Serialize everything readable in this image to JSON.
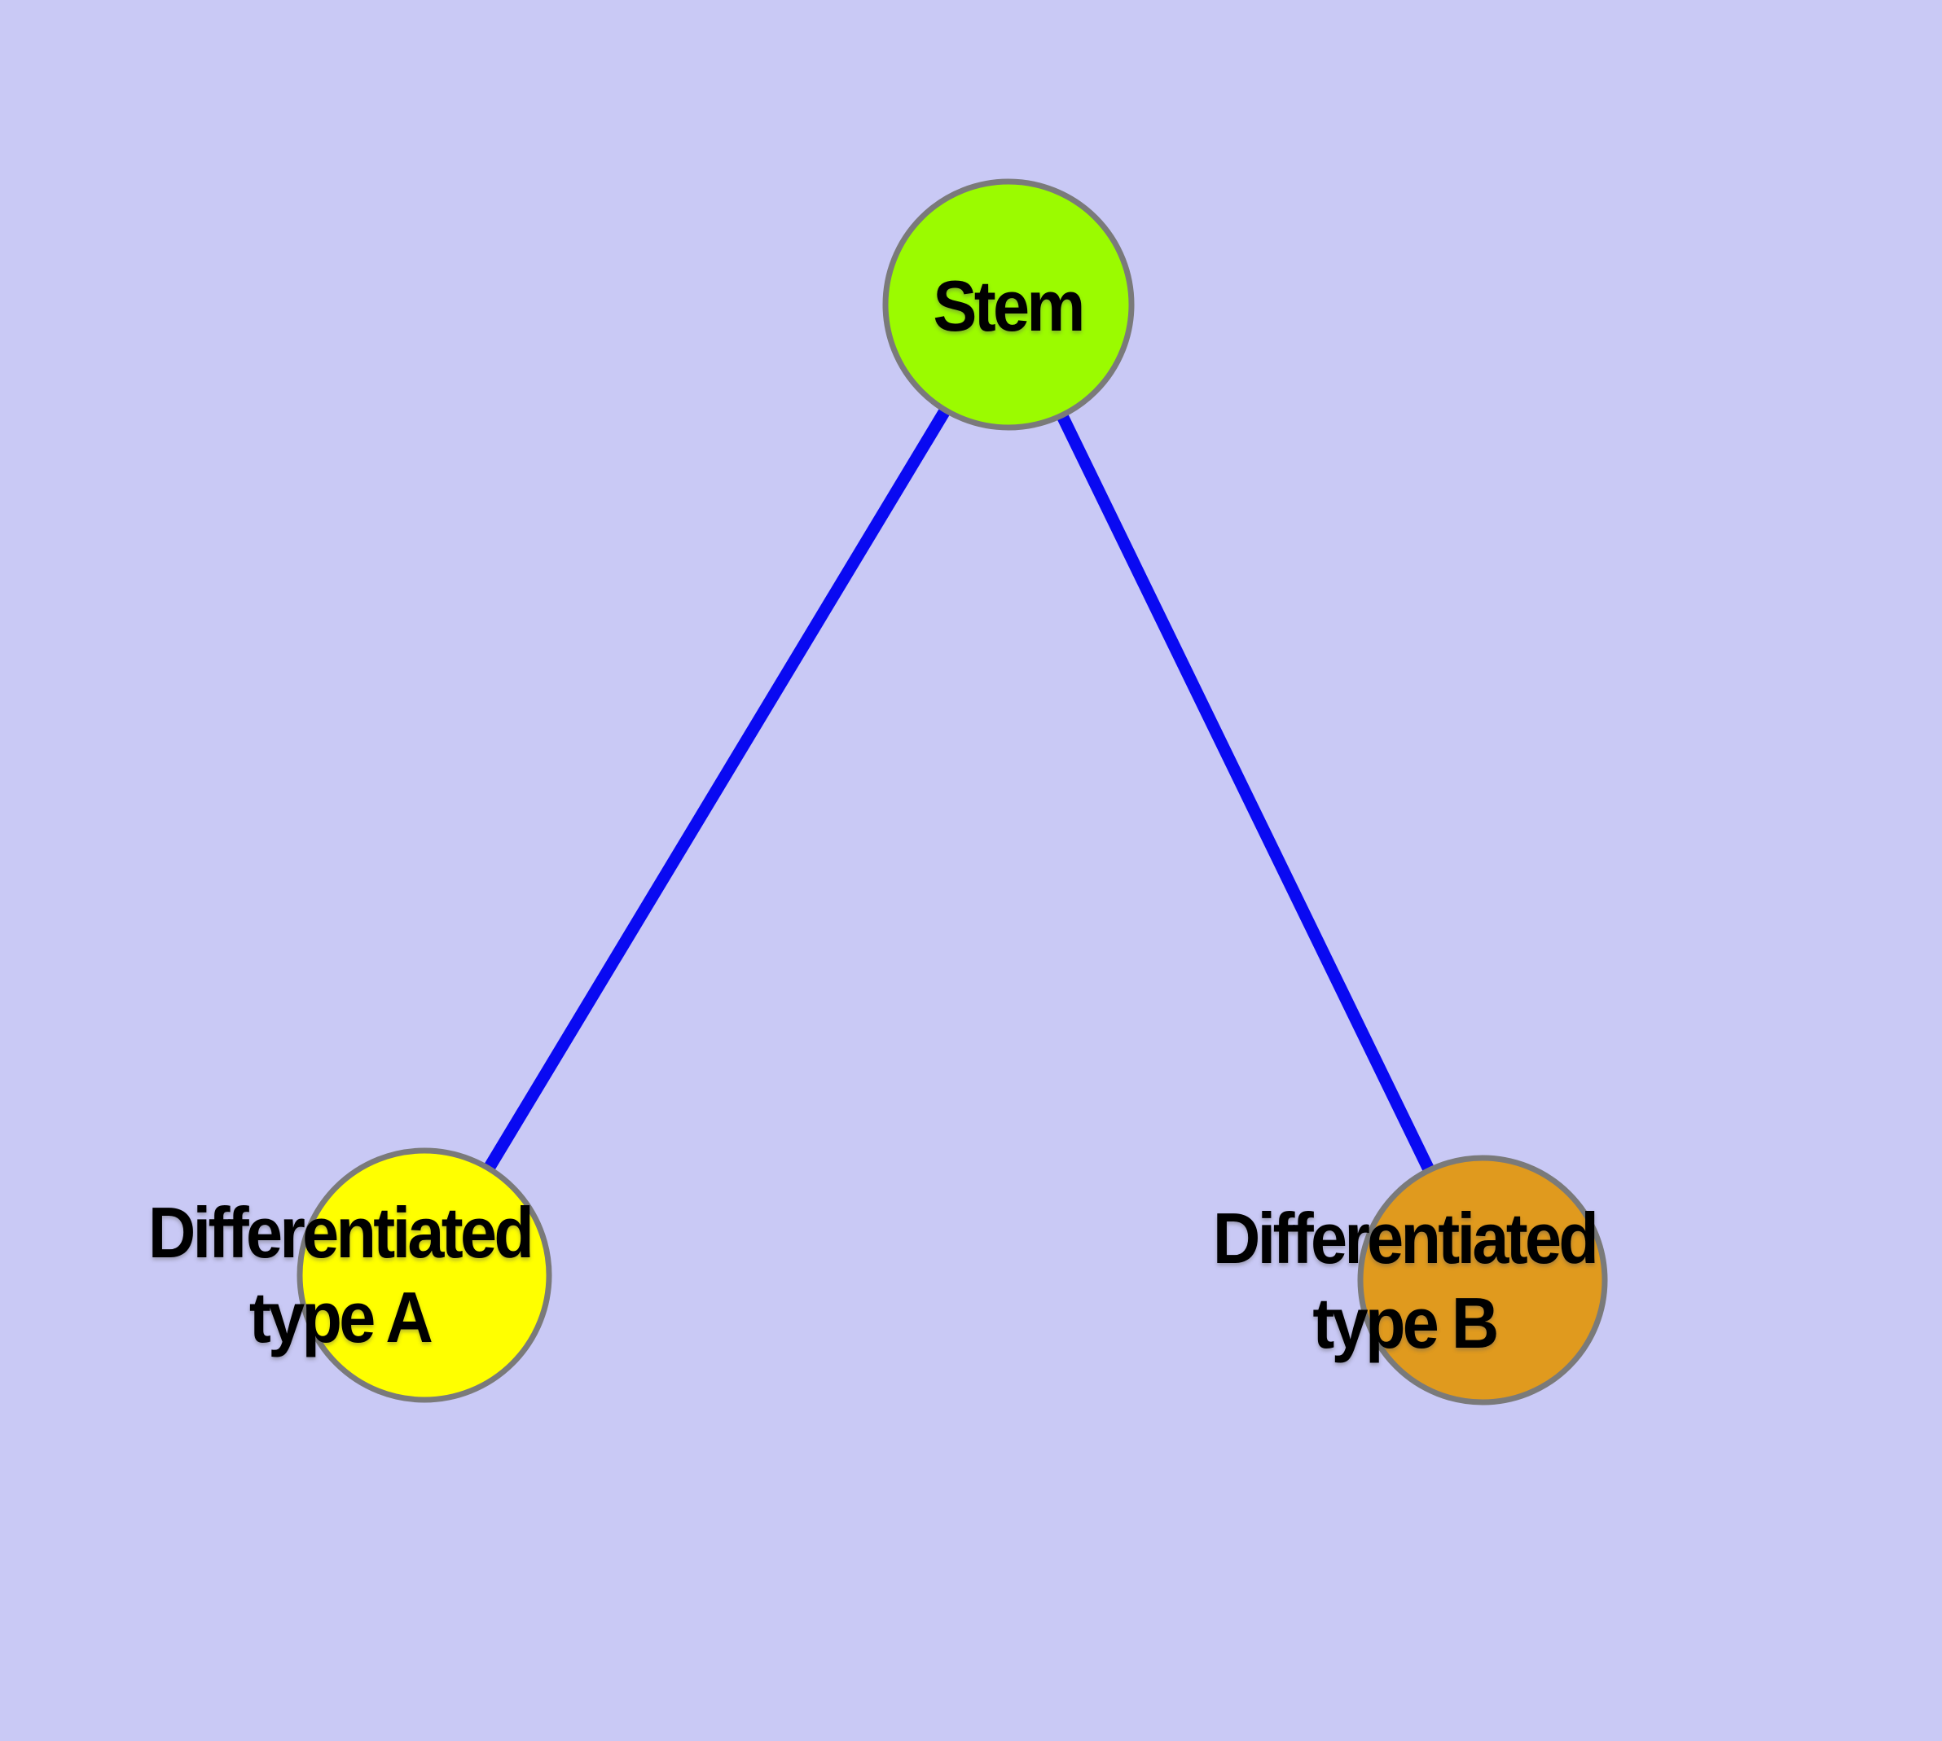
{
  "diagram": {
    "type": "graph",
    "background_color": "#C9C9F5",
    "edge_color": "#0909F2",
    "node_border_color": "#7A7A7A",
    "text_color": "#000000",
    "nodes": {
      "stem": {
        "label": "Stem",
        "fill": "#9BFB00"
      },
      "type_a": {
        "label_line1": "Differentiated",
        "label_line2": "type A",
        "fill": "#FFFF00"
      },
      "type_b": {
        "label_line1": "Differentiated",
        "label_line2": "type B",
        "fill": "#E09A1E"
      }
    },
    "edges": [
      {
        "from": "Stem",
        "to": "Differentiated type A"
      },
      {
        "from": "Stem",
        "to": "Differentiated type B"
      }
    ]
  }
}
